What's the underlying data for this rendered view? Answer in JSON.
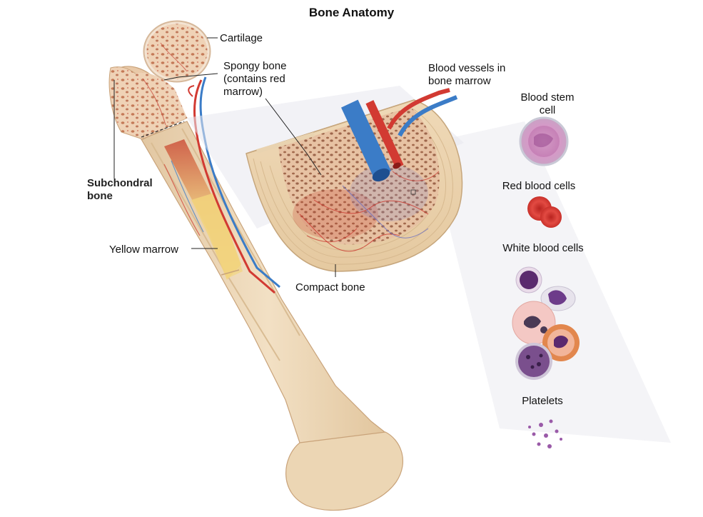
{
  "title": "Bone Anatomy",
  "labels": {
    "cartilage": "Cartilage",
    "spongy_bone": "Spongy bone\n(contains red\nmarrow)",
    "blood_vessels": "Blood vessels in\nbone marrow",
    "subchondral": "Subchondral\nbone",
    "yellow_marrow": "Yellow marrow",
    "compact_bone": "Compact bone",
    "blood_stem_cell": "Blood stem\ncell",
    "red_blood_cells": "Red blood cells",
    "white_blood_cells": "White blood cells",
    "platelets": "Platelets"
  },
  "colors": {
    "bone": "#ecd4b0",
    "bone_shadow": "#d9b78c",
    "spongy": "#e9c1a6",
    "marrow_red": "#c9432f",
    "yellow_marrow": "#f0d37a",
    "artery": "#d23a32",
    "vein": "#3b7cc7",
    "stem_cell": "#d39ac7",
    "rbc": "#e0403a",
    "wbc": "#7a3a86",
    "platelet": "#9a5aa8"
  }
}
